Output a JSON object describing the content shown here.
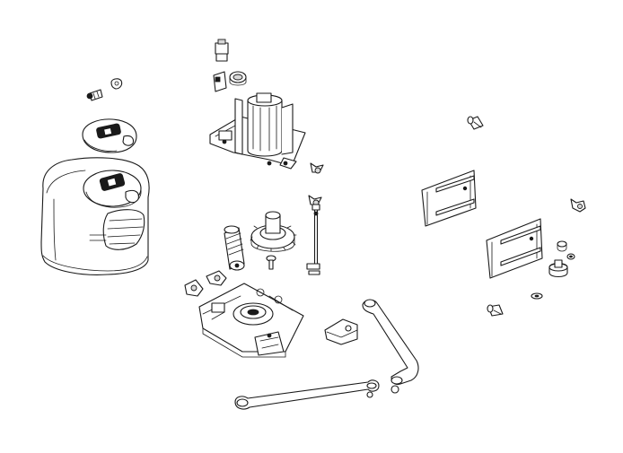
{
  "diagram": {
    "type": "exploded-parts-view",
    "background": "#ffffff",
    "line_color": "#1a1a1a",
    "parts": [
      {
        "id": "housing-cover",
        "icon": "housing-cover-icon"
      },
      {
        "id": "cover-knob-small",
        "icon": "knob-icon"
      },
      {
        "id": "cover-knob-large",
        "icon": "knob-icon"
      },
      {
        "id": "cover-screw",
        "icon": "screw-icon"
      },
      {
        "id": "cover-nut",
        "icon": "nut-icon"
      },
      {
        "id": "limit-switch",
        "icon": "switch-icon"
      },
      {
        "id": "switch-connector",
        "icon": "connector-icon"
      },
      {
        "id": "motor-bracket",
        "icon": "motor-bracket-icon"
      },
      {
        "id": "wing-nut-upper",
        "icon": "wing-nut-icon"
      },
      {
        "id": "wing-nut-lower",
        "icon": "wing-nut-icon"
      },
      {
        "id": "drive-rod",
        "icon": "rod-icon"
      },
      {
        "id": "worm-shaft",
        "icon": "worm-shaft-icon"
      },
      {
        "id": "gear-wheel",
        "icon": "gear-icon"
      },
      {
        "id": "gear-pin",
        "icon": "pin-icon"
      },
      {
        "id": "cam-clip-left",
        "icon": "clip-icon"
      },
      {
        "id": "cam-clip-right",
        "icon": "clip-icon"
      },
      {
        "id": "base-plate",
        "icon": "base-plate-icon"
      },
      {
        "id": "lever-bracket",
        "icon": "bracket-icon"
      },
      {
        "id": "curved-arm",
        "icon": "curved-arm-icon"
      },
      {
        "id": "straight-arm",
        "icon": "straight-arm-icon"
      },
      {
        "id": "wall-bracket-upper",
        "icon": "wall-bracket-icon"
      },
      {
        "id": "wall-bracket-lower",
        "icon": "wall-bracket-icon"
      },
      {
        "id": "bracket-bolt-upper",
        "icon": "bolt-icon"
      },
      {
        "id": "bracket-bolt-lower",
        "icon": "bolt-icon"
      },
      {
        "id": "side-wing-nut",
        "icon": "wing-nut-icon"
      },
      {
        "id": "small-bushing",
        "icon": "bushing-icon"
      },
      {
        "id": "flat-washer",
        "icon": "washer-icon"
      },
      {
        "id": "pin-stop",
        "icon": "stop-icon"
      },
      {
        "id": "small-washer",
        "icon": "washer-icon"
      }
    ]
  }
}
